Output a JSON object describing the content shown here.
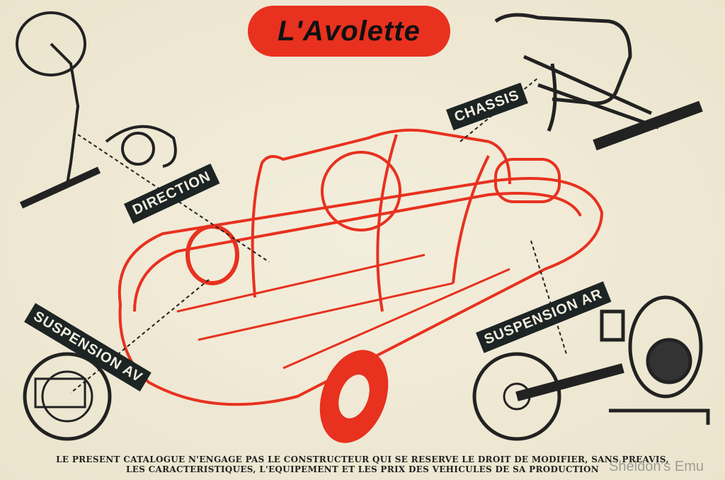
{
  "title": "L'Avolette",
  "labels": {
    "direction": "DIRECTION",
    "chassis": "CHASSIS",
    "suspension_av": "SUSPENSION AV",
    "suspension_ar": "SUSPENSION AR"
  },
  "footer": {
    "line1": "LE PRESENT CATALOGUE N'ENGAGE PAS LE CONSTRUCTEUR QUI SE RESERVE LE DROIT DE MODIFIER, SANS PREAVIS,",
    "line2": "LES CARACTERISTIQUES, L'EQUIPEMENT ET LES PRIX DES VEHICULES DE SA PRODUCTION"
  },
  "watermark": "Sheldon's Emu",
  "colors": {
    "background": "#efe9d6",
    "accent_red": "#e8311f",
    "label_bg": "#1d2424"
  }
}
